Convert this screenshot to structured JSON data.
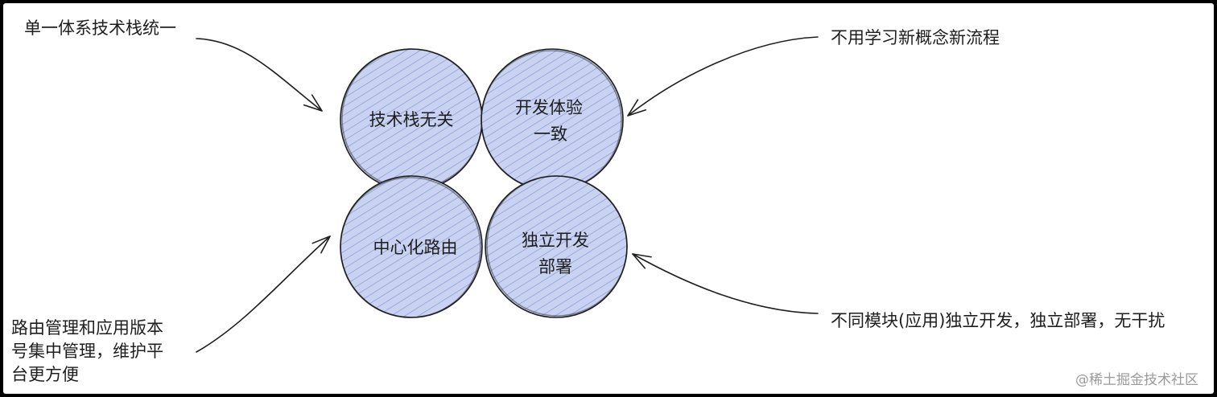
{
  "diagram": {
    "circles": [
      {
        "id": "top-left",
        "lines": [
          "技术栈无关"
        ]
      },
      {
        "id": "top-right",
        "lines": [
          "开发体验",
          "一致"
        ]
      },
      {
        "id": "bottom-left",
        "lines": [
          "中心化路由"
        ]
      },
      {
        "id": "bottom-right",
        "lines": [
          "独立开发",
          "部署"
        ]
      }
    ],
    "annotations": {
      "top_left": [
        "单一体系技术栈统一"
      ],
      "top_right": [
        "不用学习新概念新流程"
      ],
      "bottom_left": [
        "路由管理和应用版本",
        "号集中管理，维护平",
        "台更方便"
      ],
      "bottom_right": [
        "不同模块(应用)独立开发，独立部署，无干扰"
      ]
    },
    "watermark": "@稀土掘金技术社区",
    "colors": {
      "fill": "#c7d2f0",
      "hatch": "#7e93d6",
      "stroke": "#1e1e1e",
      "background": "#ffffff"
    }
  }
}
